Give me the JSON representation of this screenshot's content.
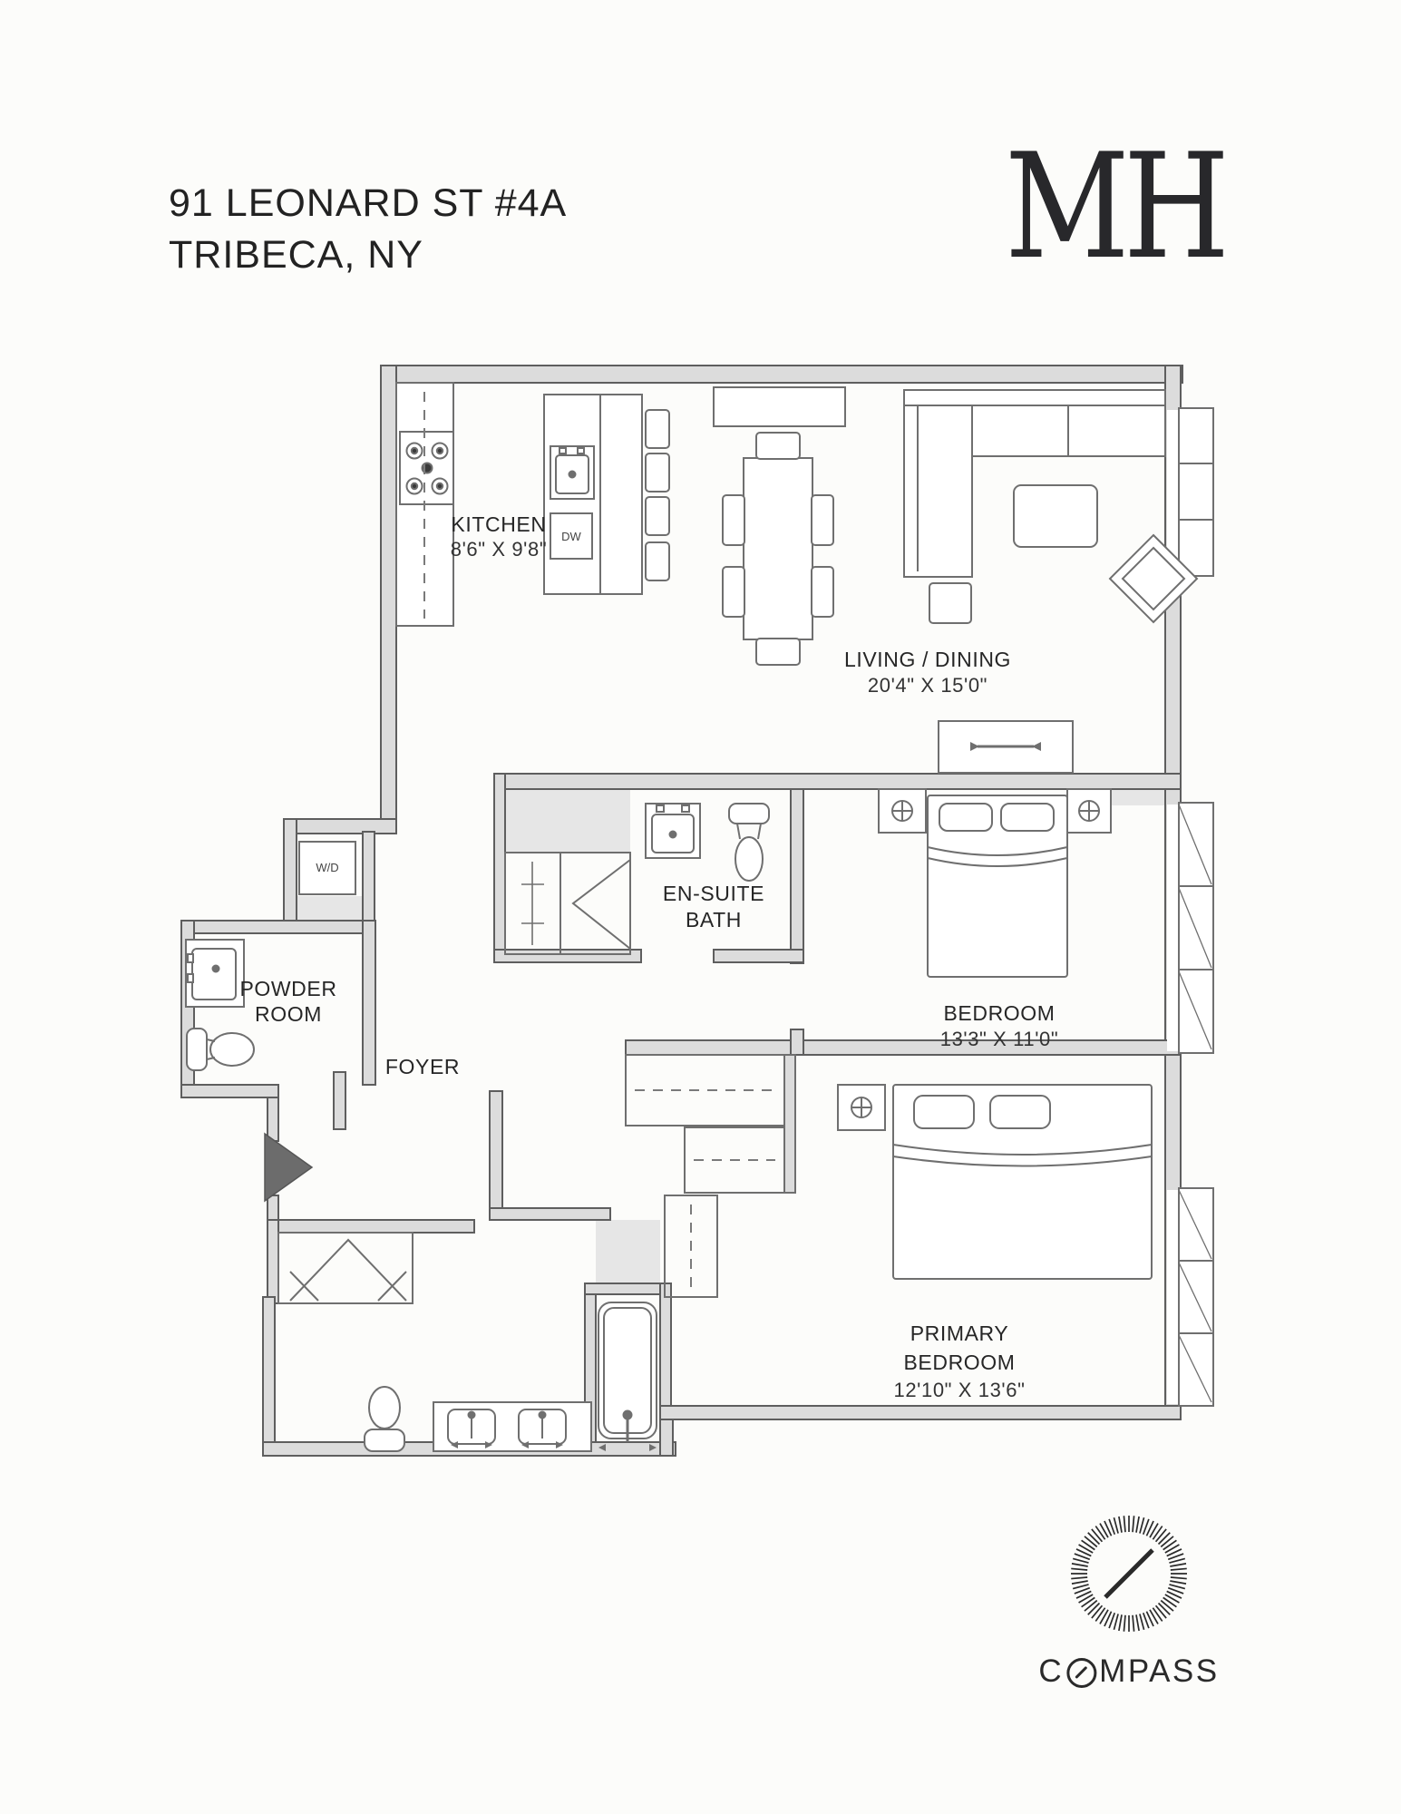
{
  "header": {
    "address_line1": "91 LEONARD ST #4A",
    "address_line2": "TRIBECA, NY",
    "logo_monogram": "MH"
  },
  "rooms": {
    "kitchen": {
      "name": "KITCHEN",
      "dims": "8'6\" X 9'8\""
    },
    "living_dining": {
      "name": "LIVING / DINING",
      "dims": "20'4\" X 15'0\""
    },
    "ensuite_bath": {
      "name_line1": "EN-SUITE",
      "name_line2": "BATH"
    },
    "bedroom": {
      "name": "BEDROOM",
      "dims": "13'3\" X 11'0\""
    },
    "powder_room": {
      "name_line1": "POWDER",
      "name_line2": "ROOM"
    },
    "foyer": {
      "name": "FOYER"
    },
    "primary_bedroom": {
      "name_line1": "PRIMARY",
      "name_line2": "BEDROOM",
      "dims": "12'10\" X 13'6\""
    }
  },
  "appliances": {
    "washer_dryer": "W/D",
    "dishwasher": "DW"
  },
  "footer": {
    "brand_full": "COMPASS",
    "brand_prefix": "C",
    "brand_suffix": "MPASS"
  },
  "colors": {
    "wall_fill": "#dcdcdc",
    "wall_stroke": "#5e5e5e",
    "furniture_stroke": "#6f6f6f",
    "text": "#2b2b2b",
    "accent_dark": "#2a2a2a"
  }
}
